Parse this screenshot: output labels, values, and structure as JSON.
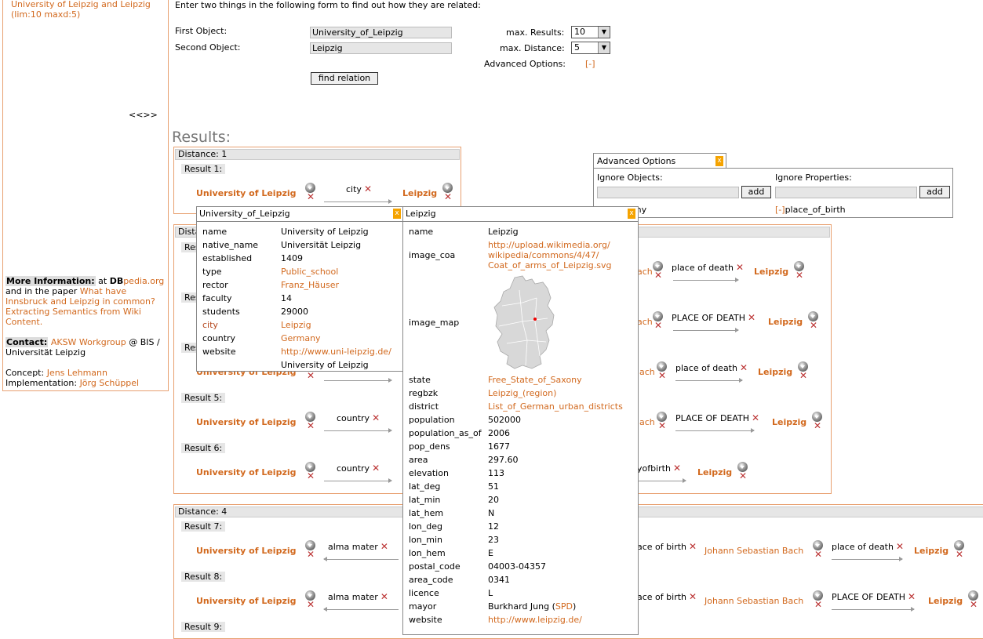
{
  "sidebar": {
    "query_link": "University of Leipzig and Leipzig",
    "query_params": "(lim:10 maxd:5)",
    "toggle": "<<>>",
    "more_info_label": "More Information:",
    "more_info_at": "at",
    "db_bold": "DB",
    "db_link": "pedia.org",
    "more_info_mid": "and in the paper",
    "paper_link": "What have Innsbruck and Leipzig in common? Extracting Semantics from Wiki Content.",
    "contact_label": "Contact:",
    "contact_link": "AKSW Workgroup",
    "contact_rest": "@ BIS / Universität Leipzig",
    "concept_label": "Concept:",
    "concept_link": "Jens Lehmann",
    "impl_label": "Implementation:",
    "impl_link": "Jörg Schüppel"
  },
  "form": {
    "intro": "Enter two things in the following form to find out how they are related:",
    "first_label": "First Object:",
    "first_value": "University_of_Leipzig",
    "second_label": "Second Object:",
    "second_value": "Leipzig",
    "max_results_label": "max. Results:",
    "max_results_value": "10",
    "max_distance_label": "max. Distance:",
    "max_distance_value": "5",
    "advanced_label": "Advanced Options:",
    "advanced_toggle": "[-]",
    "submit_label": "find relation"
  },
  "results": {
    "title": "Results:",
    "distance1": "Distance: 1",
    "distance2": "Dista",
    "distance4": "Distance: 4",
    "r1": "Result 1:",
    "r2": "Res",
    "r3": "Res",
    "r4": "Res",
    "r5": "Result 5:",
    "r6": "Result 6:",
    "r7": "Result 7:",
    "r8": "Result 8:",
    "r9": "Result 9:",
    "univ": "University of Leipzig",
    "leipzig": "Leipzig",
    "bach_partial": "ach",
    "bach": "Johann Sebastian Bach",
    "city": "city",
    "country": "country",
    "place_of_death": "place of death",
    "place_of_death_caps": "PLACE OF DEATH",
    "yofbirth": "yofbirth",
    "alma_mater": "alma mater",
    "ace_of_birth": "ace of birth",
    "place_of_birth": "place of birth"
  },
  "popup_univ": {
    "title": "University_of_Leipzig",
    "close": "x",
    "rows": [
      {
        "k": "name",
        "v": "University of Leipzig"
      },
      {
        "k": "native_name",
        "v": "Universität Leipzig"
      },
      {
        "k": "established",
        "v": "1409"
      },
      {
        "k": "type",
        "v": "Public_school"
      },
      {
        "k": "rector",
        "v": "Franz_Häuser"
      },
      {
        "k": "faculty",
        "v": "14"
      },
      {
        "k": "students",
        "v": "29000"
      },
      {
        "k": "city",
        "v": "Leipzig"
      },
      {
        "k": "country",
        "v": "Germany"
      },
      {
        "k": "website",
        "v": "http://www.uni-leipzig.de/"
      },
      {
        "k": "",
        "v": "University of Leipzig"
      }
    ]
  },
  "popup_leipzig": {
    "title": "Leipzig",
    "close": "x",
    "name_k": "name",
    "name_v": "Leipzig",
    "coa_k": "image_coa",
    "coa_v1": "http://upload.wikimedia.org/",
    "coa_v2": "wikipedia/commons/4/47/",
    "coa_v3": "Coat_of_arms_of_Leipzig.svg",
    "map_k": "image_map",
    "rows": [
      {
        "k": "state",
        "v": "Free_State_of_Saxony"
      },
      {
        "k": "regbzk",
        "v": "Leipzig_(region)"
      },
      {
        "k": "district",
        "v": "List_of_German_urban_districts"
      },
      {
        "k": "population",
        "v": "502000"
      },
      {
        "k": "population_as_of",
        "v": "2006"
      },
      {
        "k": "pop_dens",
        "v": "1677"
      },
      {
        "k": "area",
        "v": "297.60"
      },
      {
        "k": "elevation",
        "v": "113"
      },
      {
        "k": "lat_deg",
        "v": "51"
      },
      {
        "k": "lat_min",
        "v": "20"
      },
      {
        "k": "lat_hem",
        "v": "N"
      },
      {
        "k": "lon_deg",
        "v": "12"
      },
      {
        "k": "lon_min",
        "v": "23"
      },
      {
        "k": "lon_hem",
        "v": "E"
      },
      {
        "k": "postal_code",
        "v": "04003-04357"
      },
      {
        "k": "area_code",
        "v": "0341"
      },
      {
        "k": "licence",
        "v": "L"
      }
    ],
    "mayor_k": "mayor",
    "mayor_v": "Burkhard Jung (",
    "mayor_party": "SPD",
    "mayor_close": ")",
    "website_k": "website",
    "website_v": "http://www.leipzig.de/"
  },
  "advanced": {
    "title": "Advanced Options",
    "close": "x",
    "ignore_objects": "Ignore Objects:",
    "ignore_properties": "Ignore Properties:",
    "add": "add",
    "remove": "[-]",
    "obj_item": "Germany",
    "prop_item": "place_of_birth"
  },
  "colors": {
    "link": "#d2691e",
    "border": "#e8a070",
    "close_bg": "#f5a300"
  }
}
